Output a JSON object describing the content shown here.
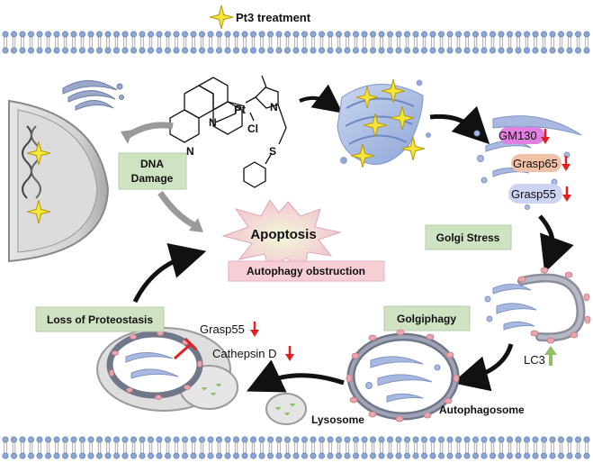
{
  "legend": {
    "label": "Pt3 treatment",
    "icon": "gold-star-icon"
  },
  "chemistry": {
    "metal": "Pt",
    "halide": "Cl",
    "donor_n": "N",
    "ring_n": "N",
    "thio_s": "S"
  },
  "boxes": {
    "dna_damage_line1": "DNA",
    "dna_damage_line2": "Damage",
    "golgi_stress": "Golgi Stress",
    "golgiphagy": "Golgiphagy",
    "loss_of_proteostasis": "Loss of Proteostasis",
    "autophagy_obstruction": "Autophagy obstruction",
    "apoptosis": "Apoptosis"
  },
  "markers": {
    "gm130": "GM130",
    "grasp65": "Grasp65",
    "grasp55_golgi": "Grasp55",
    "grasp55_lysosome": "Grasp55",
    "cathepsin_d": "Cathepsin D",
    "lc3": "LC3"
  },
  "organelles": {
    "autophagosome": "Autophagosome",
    "lysosome": "Lysosome"
  },
  "colors": {
    "membrane_head": "#8aa6d6",
    "box_green": "#cfe3c3",
    "box_pink": "#f6cfd6",
    "golgi_blue": "#9fb2dd",
    "down_arrow": "#e02020",
    "up_arrow": "#8cc063",
    "star": "#f5e63a"
  }
}
